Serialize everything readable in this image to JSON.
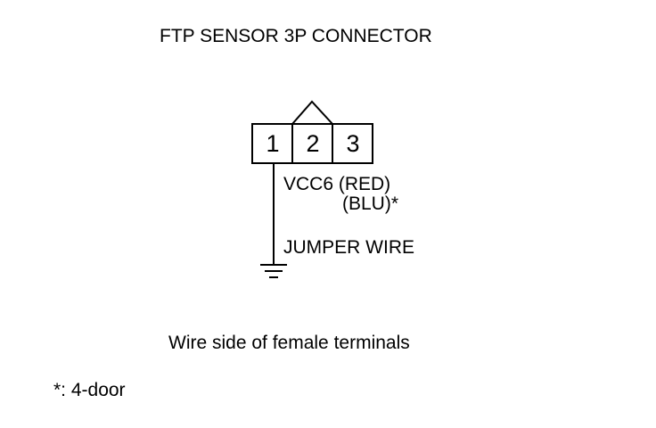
{
  "title": "FTP SENSOR 3P CONNECTOR",
  "connector": {
    "pins": [
      "1",
      "2",
      "3"
    ]
  },
  "wire_labels": {
    "vcc": "VCC6 (RED)",
    "alt_color": "(BLU)*",
    "jumper": "JUMPER WIRE"
  },
  "caption": "Wire side of female terminals",
  "footnote": "*: 4-door",
  "colors": {
    "line": "#000000",
    "background": "#ffffff"
  }
}
